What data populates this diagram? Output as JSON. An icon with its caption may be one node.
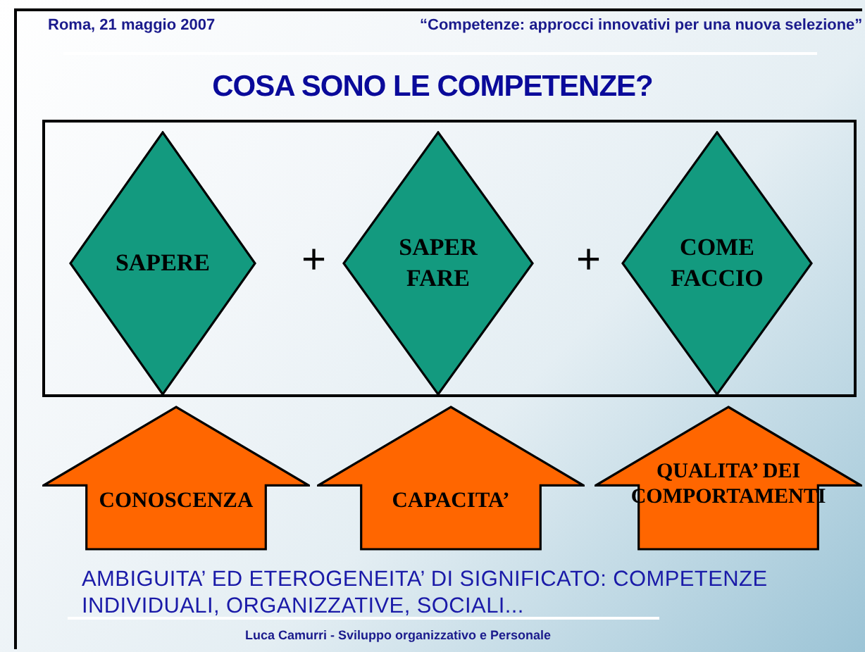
{
  "diagram": {
    "title": "COSA SONO LE COMPETENZE?",
    "nodes": [
      {
        "text": [],
        "shape": "box"
      },
      {
        "text": [
          "SAPERE"
        ],
        "in": 0
      },
      {
        "text": [
          "SAPER FARE"
        ],
        "in": 0
      },
      {
        "text": [
          "COME FACCIO"
        ],
        "in": 0
      },
      {
        "text": [
          "CONOSCENZA"
        ]
      },
      {
        "text": [
          "CAPACITA’"
        ]
      },
      {
        "text": [
          "QUALITA’ DEI COMPORTAMENTI"
        ]
      }
    ],
    "edges": [],
    "labels": [
      "Roma, 21 maggio 2007",
      "“Competenze: approcci innovativi per una nuova selezione”",
      "+",
      "+",
      "AMBIGUITA’ ED ETEROGENEITA’ DI SIGNIFICATO: COMPETENZE INDIVIDUALI, ORGANIZZATIVE, SOCIALI...",
      "Luca Camurri - Sviluppo organizzativo e Personale"
    ]
  }
}
